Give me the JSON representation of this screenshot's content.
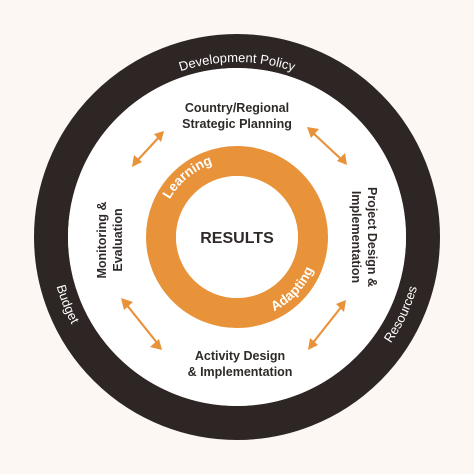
{
  "outer_ring": {
    "top": "Development Policy",
    "bottom_left": "Budget",
    "bottom_right": "Resources"
  },
  "stages": {
    "top": [
      "Country/Regional",
      "Strategic Planning"
    ],
    "right": [
      "Project Design &",
      "Implementation"
    ],
    "bottom": [
      "Activity Design",
      "& Implementation"
    ],
    "left": [
      "Monitoring &",
      "Evaluation"
    ]
  },
  "inner_ring": {
    "top_left": "Learning",
    "bottom_right": "Adapting"
  },
  "center": "RESULTS",
  "colors": {
    "outer_ring": "#2e2624",
    "inner_ring": "#e8923a",
    "arrows": "#e8923a",
    "text_dark": "#2f2a28"
  }
}
